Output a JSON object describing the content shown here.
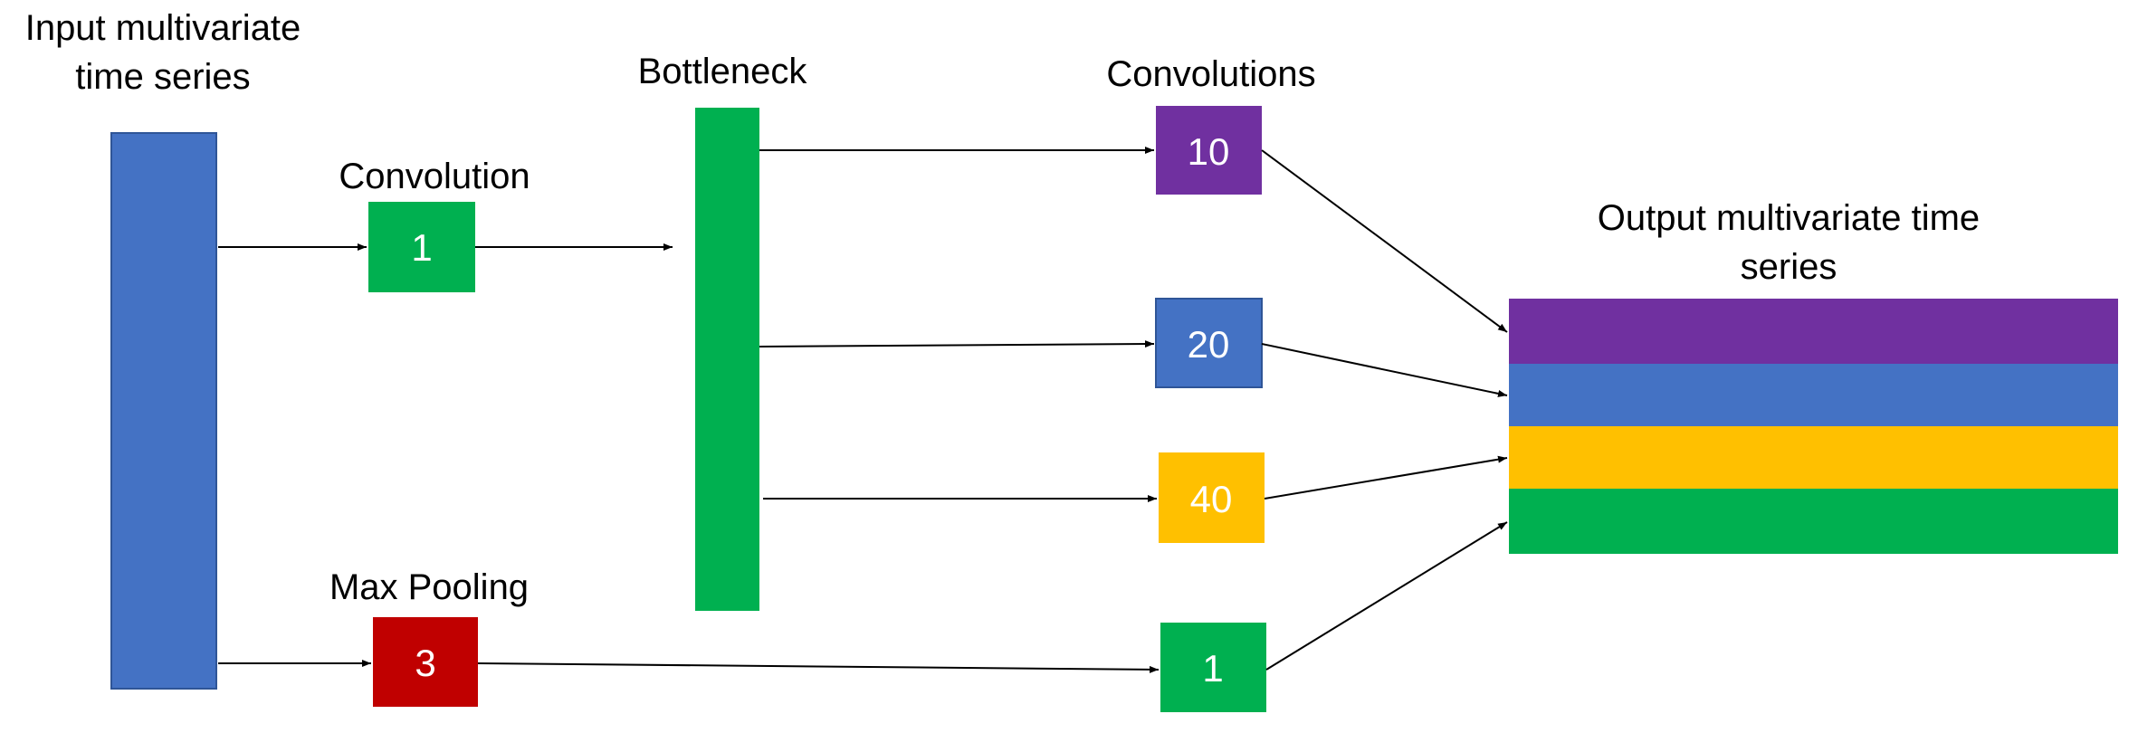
{
  "labels": {
    "input_line1": "Input multivariate",
    "input_line2": "time series",
    "convolution": "Convolution",
    "bottleneck": "Bottleneck",
    "convolutions": "Convolutions",
    "max_pooling": "Max Pooling",
    "output_line1": "Output multivariate time",
    "output_line2": "series"
  },
  "blocks": {
    "conv1": "1",
    "maxpool": "3",
    "conv10": "10",
    "conv20": "20",
    "conv40": "40",
    "conv_pool": "1"
  },
  "colors": {
    "blue": "#4472C4",
    "green": "#00B050",
    "purple": "#7030A0",
    "gold": "#FFC000",
    "red": "#C00000"
  }
}
